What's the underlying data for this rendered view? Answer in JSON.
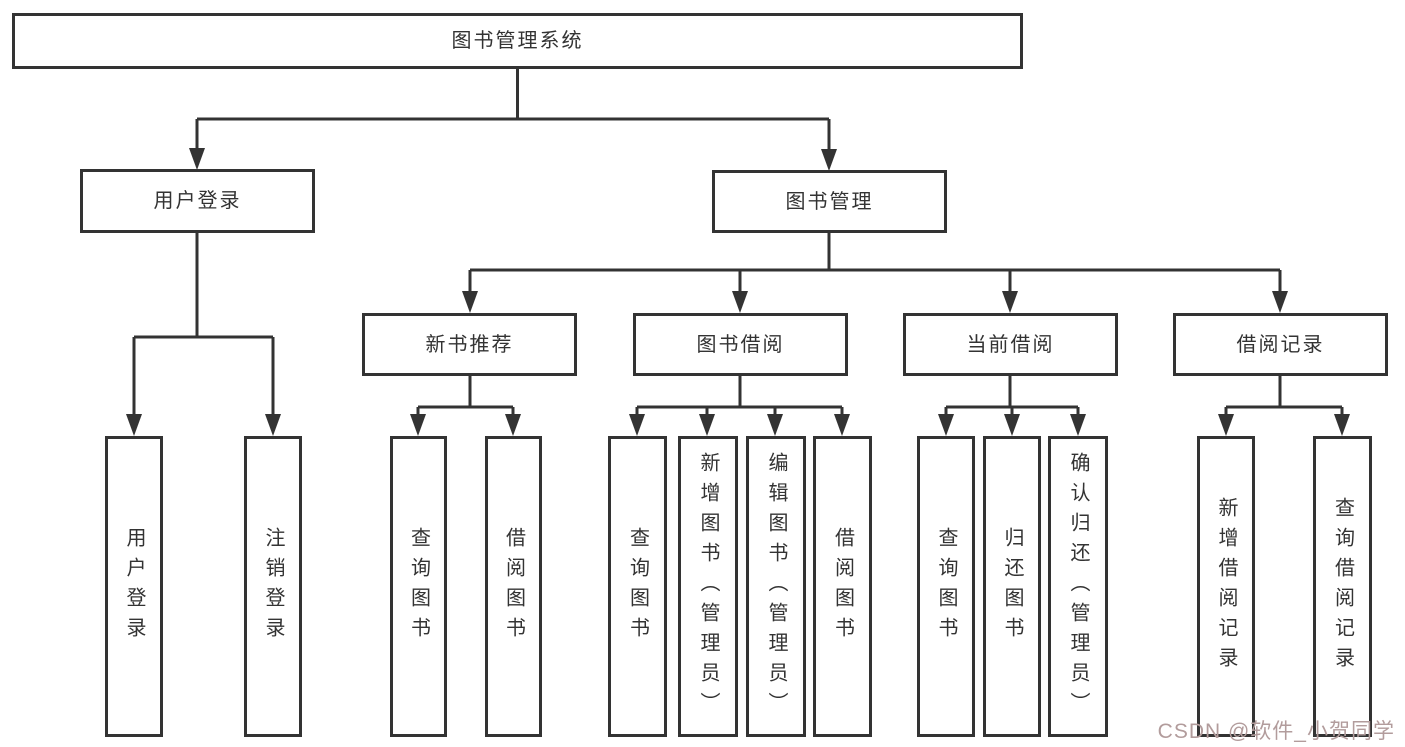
{
  "colors": {
    "line": "#333333",
    "box_fill": "#ffffff",
    "text": "#333333",
    "watermark": "#b29c9c"
  },
  "watermark": {
    "text": "CSDN @软件_小贺同学"
  },
  "tree": {
    "label": "图书管理系统",
    "children": [
      {
        "label": "用户登录",
        "children": [
          {
            "label": "用户登录"
          },
          {
            "label": "注销登录"
          }
        ]
      },
      {
        "label": "图书管理",
        "children": [
          {
            "label": "新书推荐",
            "children": [
              {
                "label": "查询图书"
              },
              {
                "label": "借阅图书"
              }
            ]
          },
          {
            "label": "图书借阅",
            "children": [
              {
                "label": "查询图书"
              },
              {
                "label": "新增图书（管理员）"
              },
              {
                "label": "编辑图书（管理员）"
              },
              {
                "label": "借阅图书"
              }
            ]
          },
          {
            "label": "当前借阅",
            "children": [
              {
                "label": "查询图书"
              },
              {
                "label": "归还图书"
              },
              {
                "label": "确认归还（管理员）"
              }
            ]
          },
          {
            "label": "借阅记录",
            "children": [
              {
                "label": "新增借阅记录"
              },
              {
                "label": "查询借阅记录"
              }
            ]
          }
        ]
      }
    ]
  }
}
